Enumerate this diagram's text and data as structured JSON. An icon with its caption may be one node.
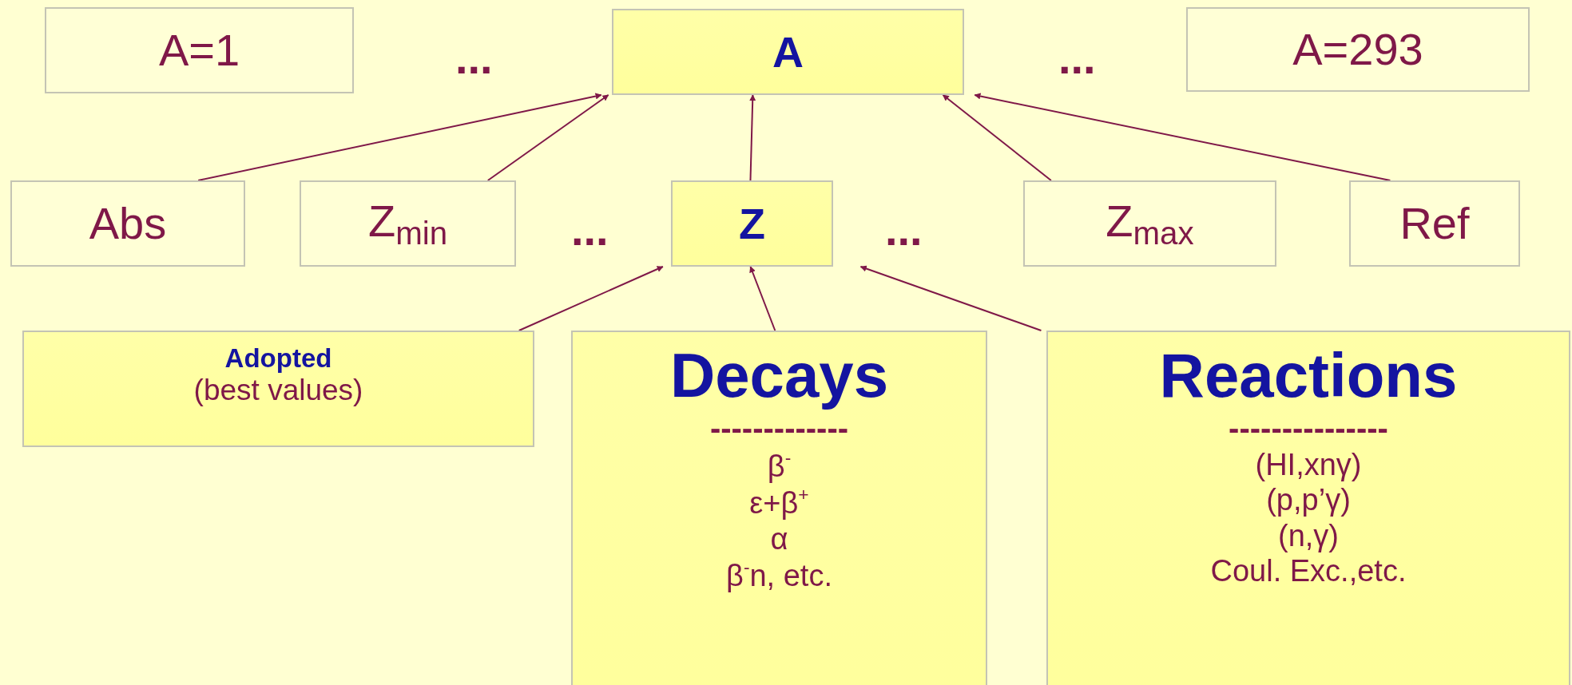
{
  "diagram": {
    "nodes": [
      {
        "text": [
          "A=1"
        ]
      },
      {
        "text": [
          "A"
        ]
      },
      {
        "text": [
          "A=293"
        ]
      },
      {
        "text": [
          "Abs"
        ]
      },
      {
        "text": [
          "Z$_{min}$"
        ]
      },
      {
        "text": [
          "Z"
        ]
      },
      {
        "text": [
          "Z$_{max}$"
        ]
      },
      {
        "text": [
          "Ref"
        ]
      },
      {
        "text": [
          "Adopted",
          "(best values)"
        ]
      },
      {
        "text": [
          "Decays",
          "-------------",
          "β$^{-}$",
          "ε+β$^{+}$",
          "α",
          "β$^{-}$n, etc."
        ]
      },
      {
        "text": [
          "Reactions",
          "---------------",
          "(HI,xnγ)",
          "(p,p’γ)",
          "(n,γ)",
          "Coul. Exc.,etc."
        ]
      }
    ],
    "edges": [
      {
        "from": 3,
        "to": 1,
        "arrow": "to"
      },
      {
        "from": 4,
        "to": 1,
        "arrow": "to"
      },
      {
        "from": 5,
        "to": 1,
        "arrow": "to"
      },
      {
        "from": 6,
        "to": 1,
        "arrow": "to"
      },
      {
        "from": 7,
        "to": 1,
        "arrow": "to"
      },
      {
        "from": 8,
        "to": 5,
        "arrow": "to"
      },
      {
        "from": 9,
        "to": 5,
        "arrow": "to"
      },
      {
        "from": 10,
        "to": 5,
        "arrow": "to"
      }
    ],
    "labels": [
      "...",
      "...",
      "...",
      "..."
    ]
  }
}
